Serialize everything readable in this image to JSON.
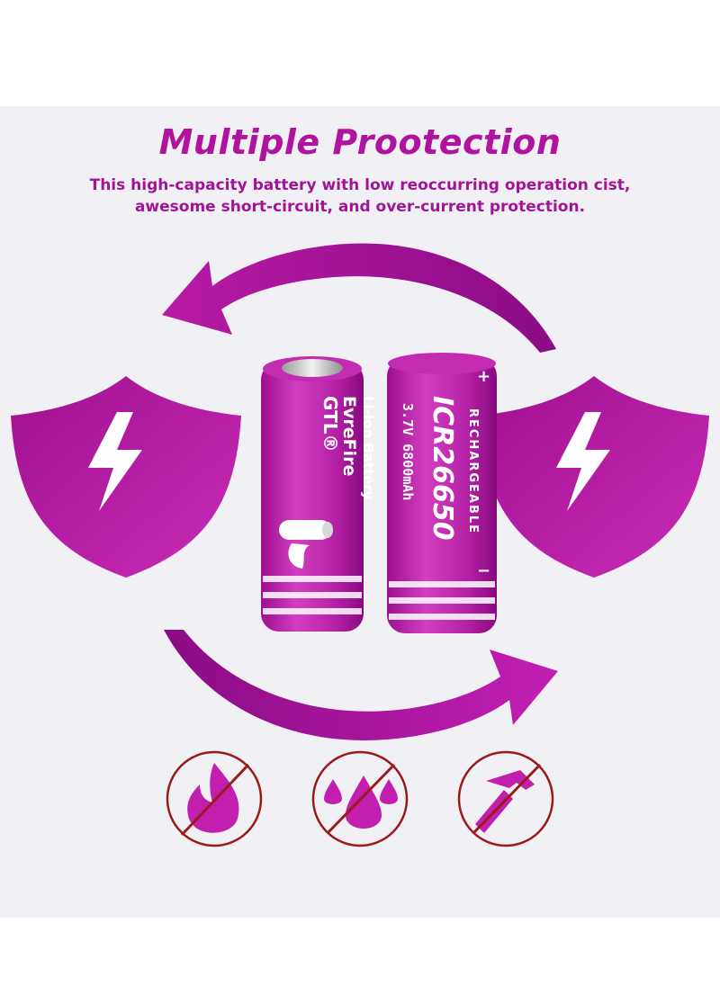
{
  "header": {
    "title": "Multiple Prootection",
    "subtitle_line1": "This high-capacity battery with low reoccurring operation cist,",
    "subtitle_line2": "awesome short-circuit, and over-current protection."
  },
  "battery_left": {
    "brand": "GTL®",
    "model": "EvreFire",
    "type": "Li-ion Battery"
  },
  "battery_right": {
    "model": "ICR26650",
    "spec": "3.7V 6800mAh",
    "label": "RECHARGEABLE",
    "plus": "+",
    "minus": "−"
  },
  "icons": [
    "shield-left-icon",
    "shield-right-icon",
    "no-fire-icon",
    "no-water-icon",
    "no-hammer-icon"
  ],
  "colors": {
    "accent": "#b0139e",
    "magenta": "#c21fae",
    "deep": "#8c0d8a",
    "ban": "#9a1b1b"
  }
}
